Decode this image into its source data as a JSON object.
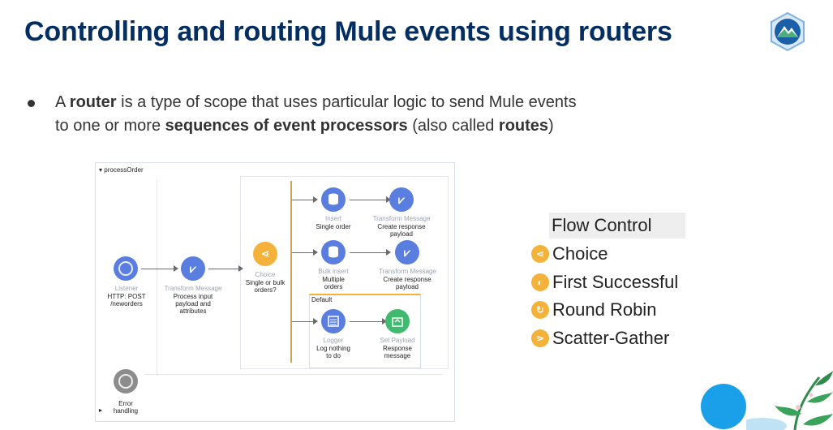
{
  "slide": {
    "title": "Controlling and routing Mule events using routers",
    "bullet": {
      "line1_a": "A ",
      "line1_b": "router",
      "line1_c": " is a type of scope that uses particular logic to send Mule events",
      "line2_a": "to one or more ",
      "line2_b": "sequences of event processors",
      "line2_c": " (also called ",
      "line2_d": "routes",
      "line2_e": ")"
    }
  },
  "diagram": {
    "flow_name": "processOrder",
    "listener": {
      "type": "Listener",
      "label1": "HTTP: POST",
      "label2": "/neworders"
    },
    "transform1": {
      "type": "Transform Message",
      "label1": "Process input",
      "label2": "payload and",
      "label3": "attributes"
    },
    "choice": {
      "type": "Choice",
      "label1": "Single or bulk",
      "label2": "orders?"
    },
    "route1": {
      "insert": {
        "type": "Insert",
        "label1": "Single order"
      },
      "transform": {
        "type": "Transform Message",
        "label1": "Create response",
        "label2": "payload"
      }
    },
    "route2": {
      "insert": {
        "type": "Bulk insert",
        "label1": "Multiple",
        "label2": "orders"
      },
      "transform": {
        "type": "Transform Message",
        "label1": "Create response",
        "label2": "payload"
      }
    },
    "default_route": {
      "label": "Default",
      "logger": {
        "type": "Logger",
        "label1": "Log nothing",
        "label2": "to do"
      },
      "set_payload": {
        "type": "Set Payload",
        "label1": "Response",
        "label2": "message"
      }
    },
    "error": {
      "label1": "Error",
      "label2": "handling"
    }
  },
  "flow_control": {
    "header": "Flow Control",
    "items": [
      "Choice",
      "First Successful",
      "Round Robin",
      "Scatter-Gather"
    ]
  },
  "colors": {
    "title": "#032e61",
    "processor_blue": "#5a7ee0",
    "router_orange": "#f4b23b",
    "set_payload_green": "#3fba6e",
    "deco_blue": "#1aa0e8"
  }
}
